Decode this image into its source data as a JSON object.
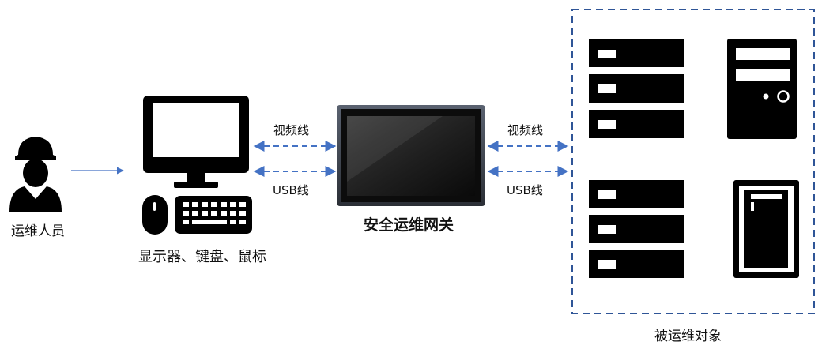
{
  "operator": {
    "label": "运维人员"
  },
  "workstation": {
    "label": "显示器、键盘、鼠标"
  },
  "gateway": {
    "label": "安全运维网关"
  },
  "links": {
    "left_top": "视频线",
    "left_bottom": "USB线",
    "right_top": "视频线",
    "right_bottom": "USB线"
  },
  "targets": {
    "label": "被运维对象"
  },
  "colors": {
    "arrow": "#4472c4",
    "frame": "#2f5597",
    "device": "#000000"
  }
}
